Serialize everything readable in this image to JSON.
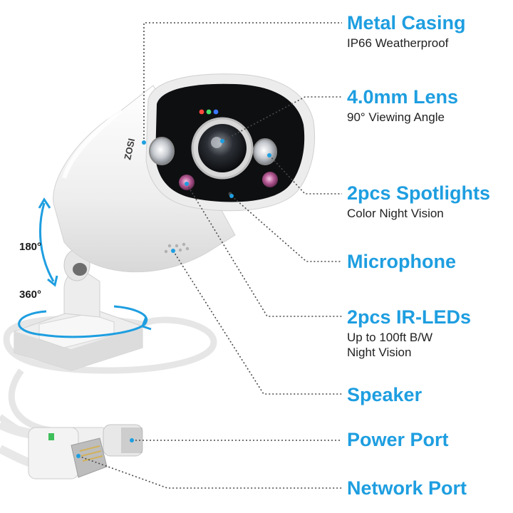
{
  "brand": {
    "logo_text": "ZOSI"
  },
  "colors": {
    "accent": "#1e9ee0",
    "body": "#f2f2f2",
    "face": "#111111"
  },
  "rotation": {
    "tilt_label": "180°",
    "pan_label": "360°"
  },
  "features": [
    {
      "title": "Metal Casing",
      "sub": [
        "IP66 Weatherproof"
      ]
    },
    {
      "title": "4.0mm Lens",
      "sub": [
        "90° Viewing Angle"
      ]
    },
    {
      "title": "2pcs Spotlights",
      "sub": [
        "Color Night Vision"
      ]
    },
    {
      "title": "Microphone",
      "sub": []
    },
    {
      "title": "2pcs IR-LEDs",
      "sub": [
        "Up to 100ft B/W",
        "Night Vision"
      ]
    },
    {
      "title": "Speaker",
      "sub": []
    },
    {
      "title": "Power Port",
      "sub": []
    },
    {
      "title": "Network Port",
      "sub": []
    }
  ]
}
